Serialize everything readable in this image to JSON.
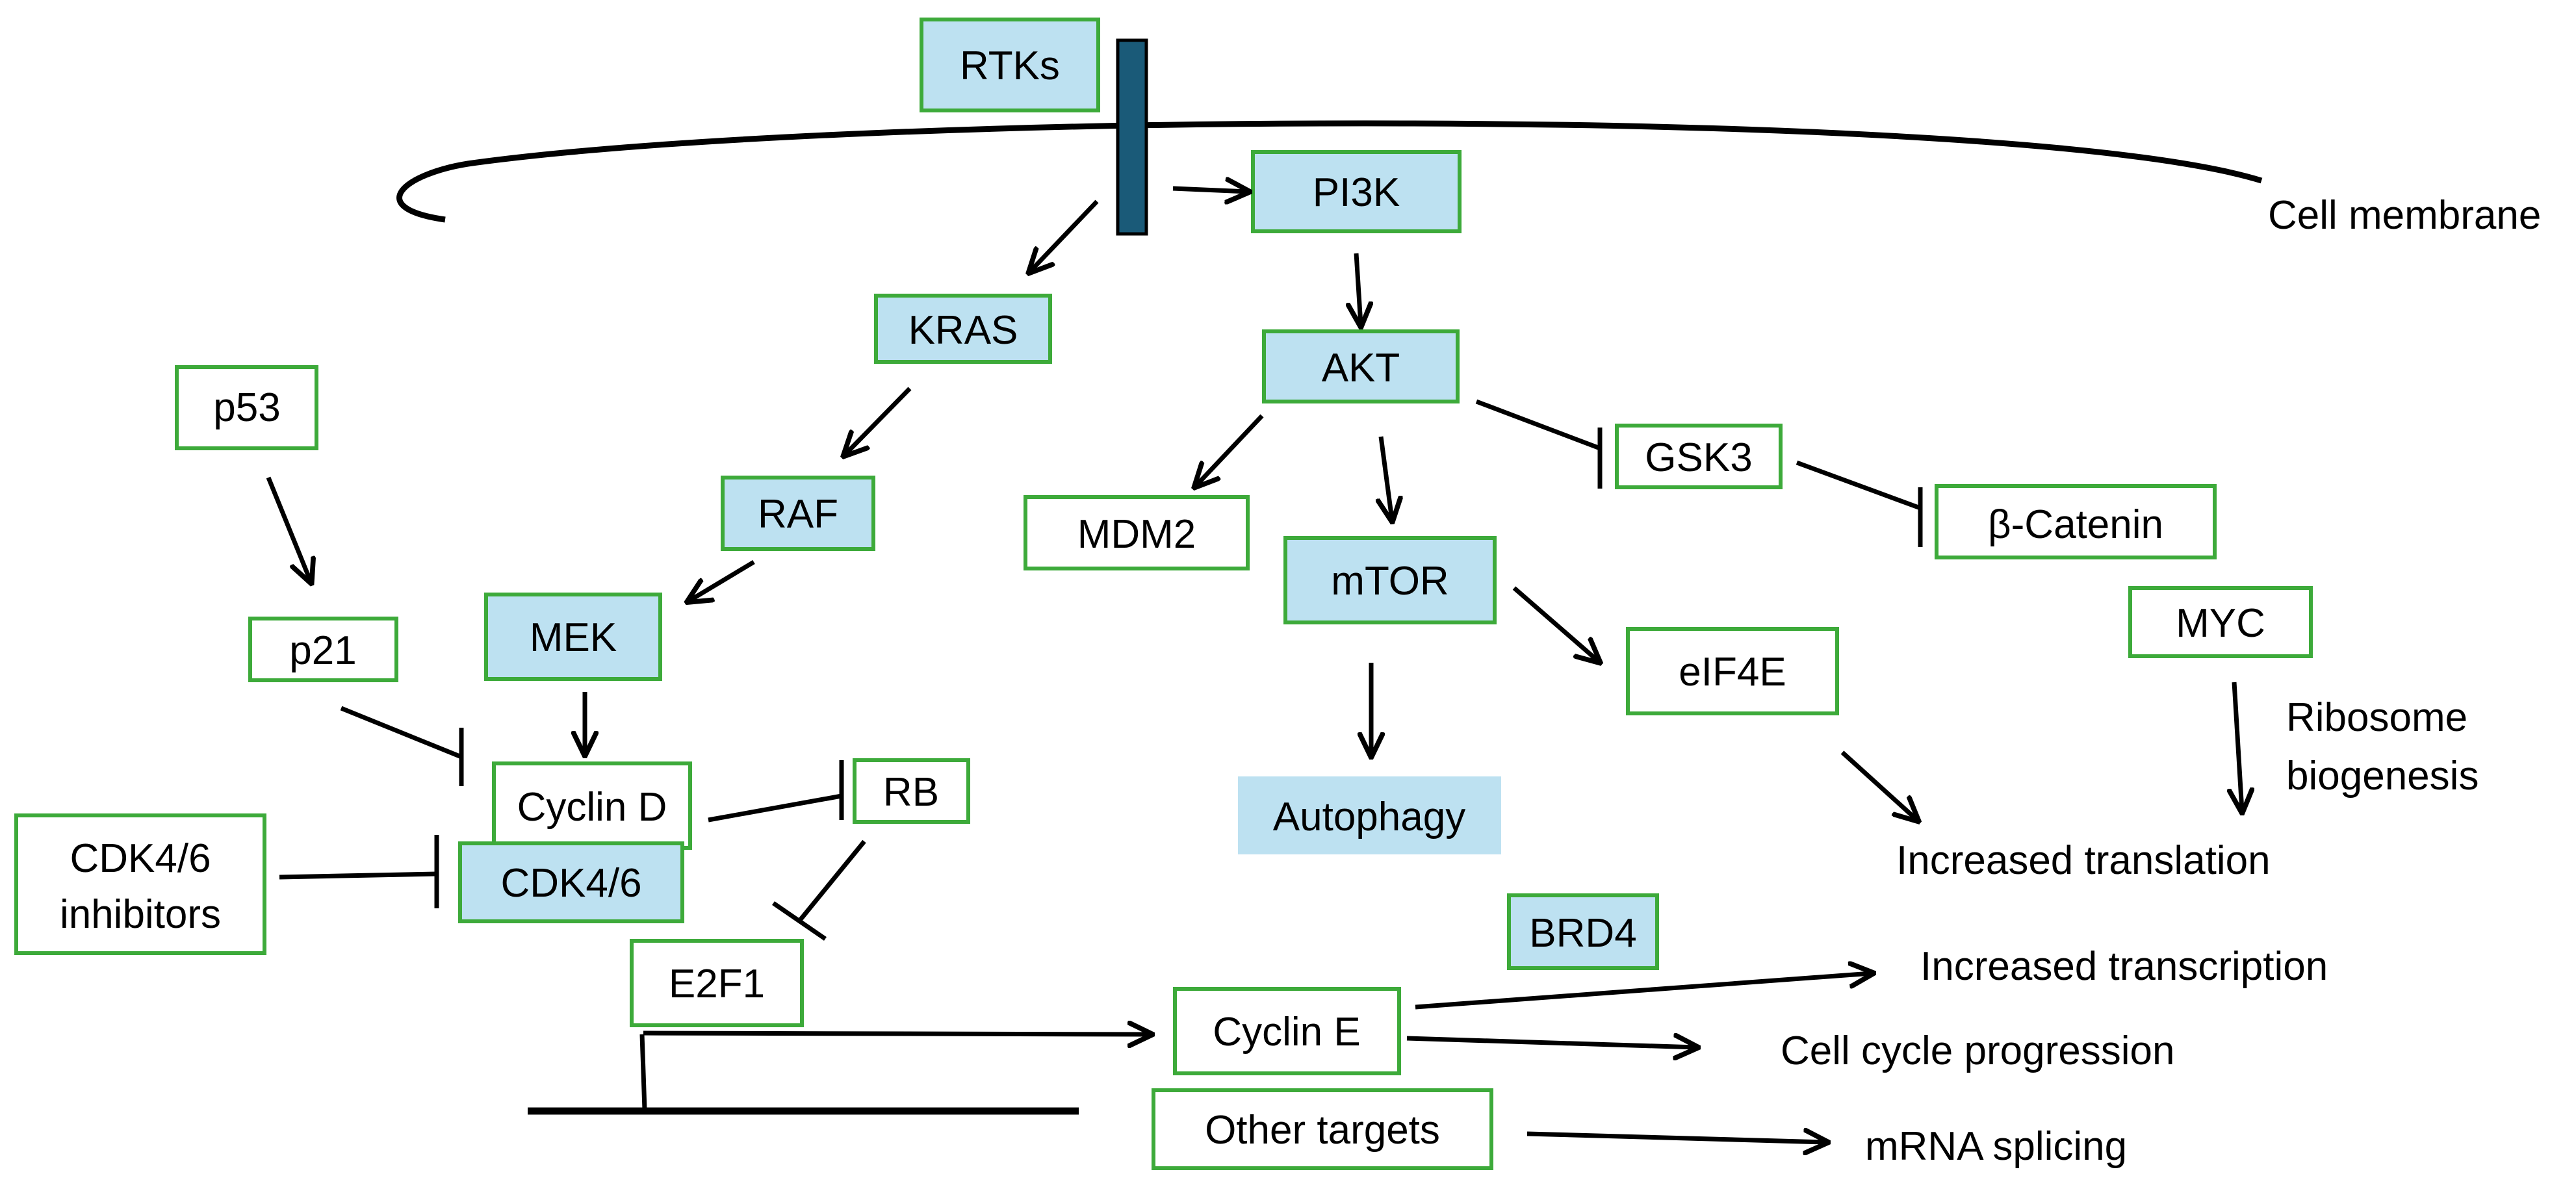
{
  "nodes": {
    "rtks": "RTKs",
    "pi3k": "PI3K",
    "kras": "KRAS",
    "akt": "AKT",
    "p53": "p53",
    "raf": "RAF",
    "mdm2": "MDM2",
    "gsk3": "GSK3",
    "beta_catenin": "β-Catenin",
    "mtor": "mTOR",
    "mek": "MEK",
    "p21": "p21",
    "myc": "MYC",
    "eif4e": "eIF4E",
    "cyclin_d": "Cyclin D",
    "rb": "RB",
    "cdk46": "CDK4/6",
    "cdk46_inhibitors_line1": "CDK4/6",
    "cdk46_inhibitors_line2": "inhibitors",
    "autophagy": "Autophagy",
    "brd4": "BRD4",
    "e2f1": "E2F1",
    "cyclin_e": "Cyclin E",
    "other_targets": "Other targets"
  },
  "labels": {
    "cell_membrane": "Cell membrane",
    "ribosome_line1": "Ribosome",
    "ribosome_line2": "biogenesis",
    "increased_translation": "Increased translation",
    "increased_transcription": "Increased transcription",
    "cell_cycle_progression": "Cell cycle progression",
    "mrna_splicing": "mRNA splicing"
  },
  "colors": {
    "box_fill": "#bde1f1",
    "box_border": "#3daa3a",
    "receptor": "#1a5a78",
    "line": "#000000"
  }
}
